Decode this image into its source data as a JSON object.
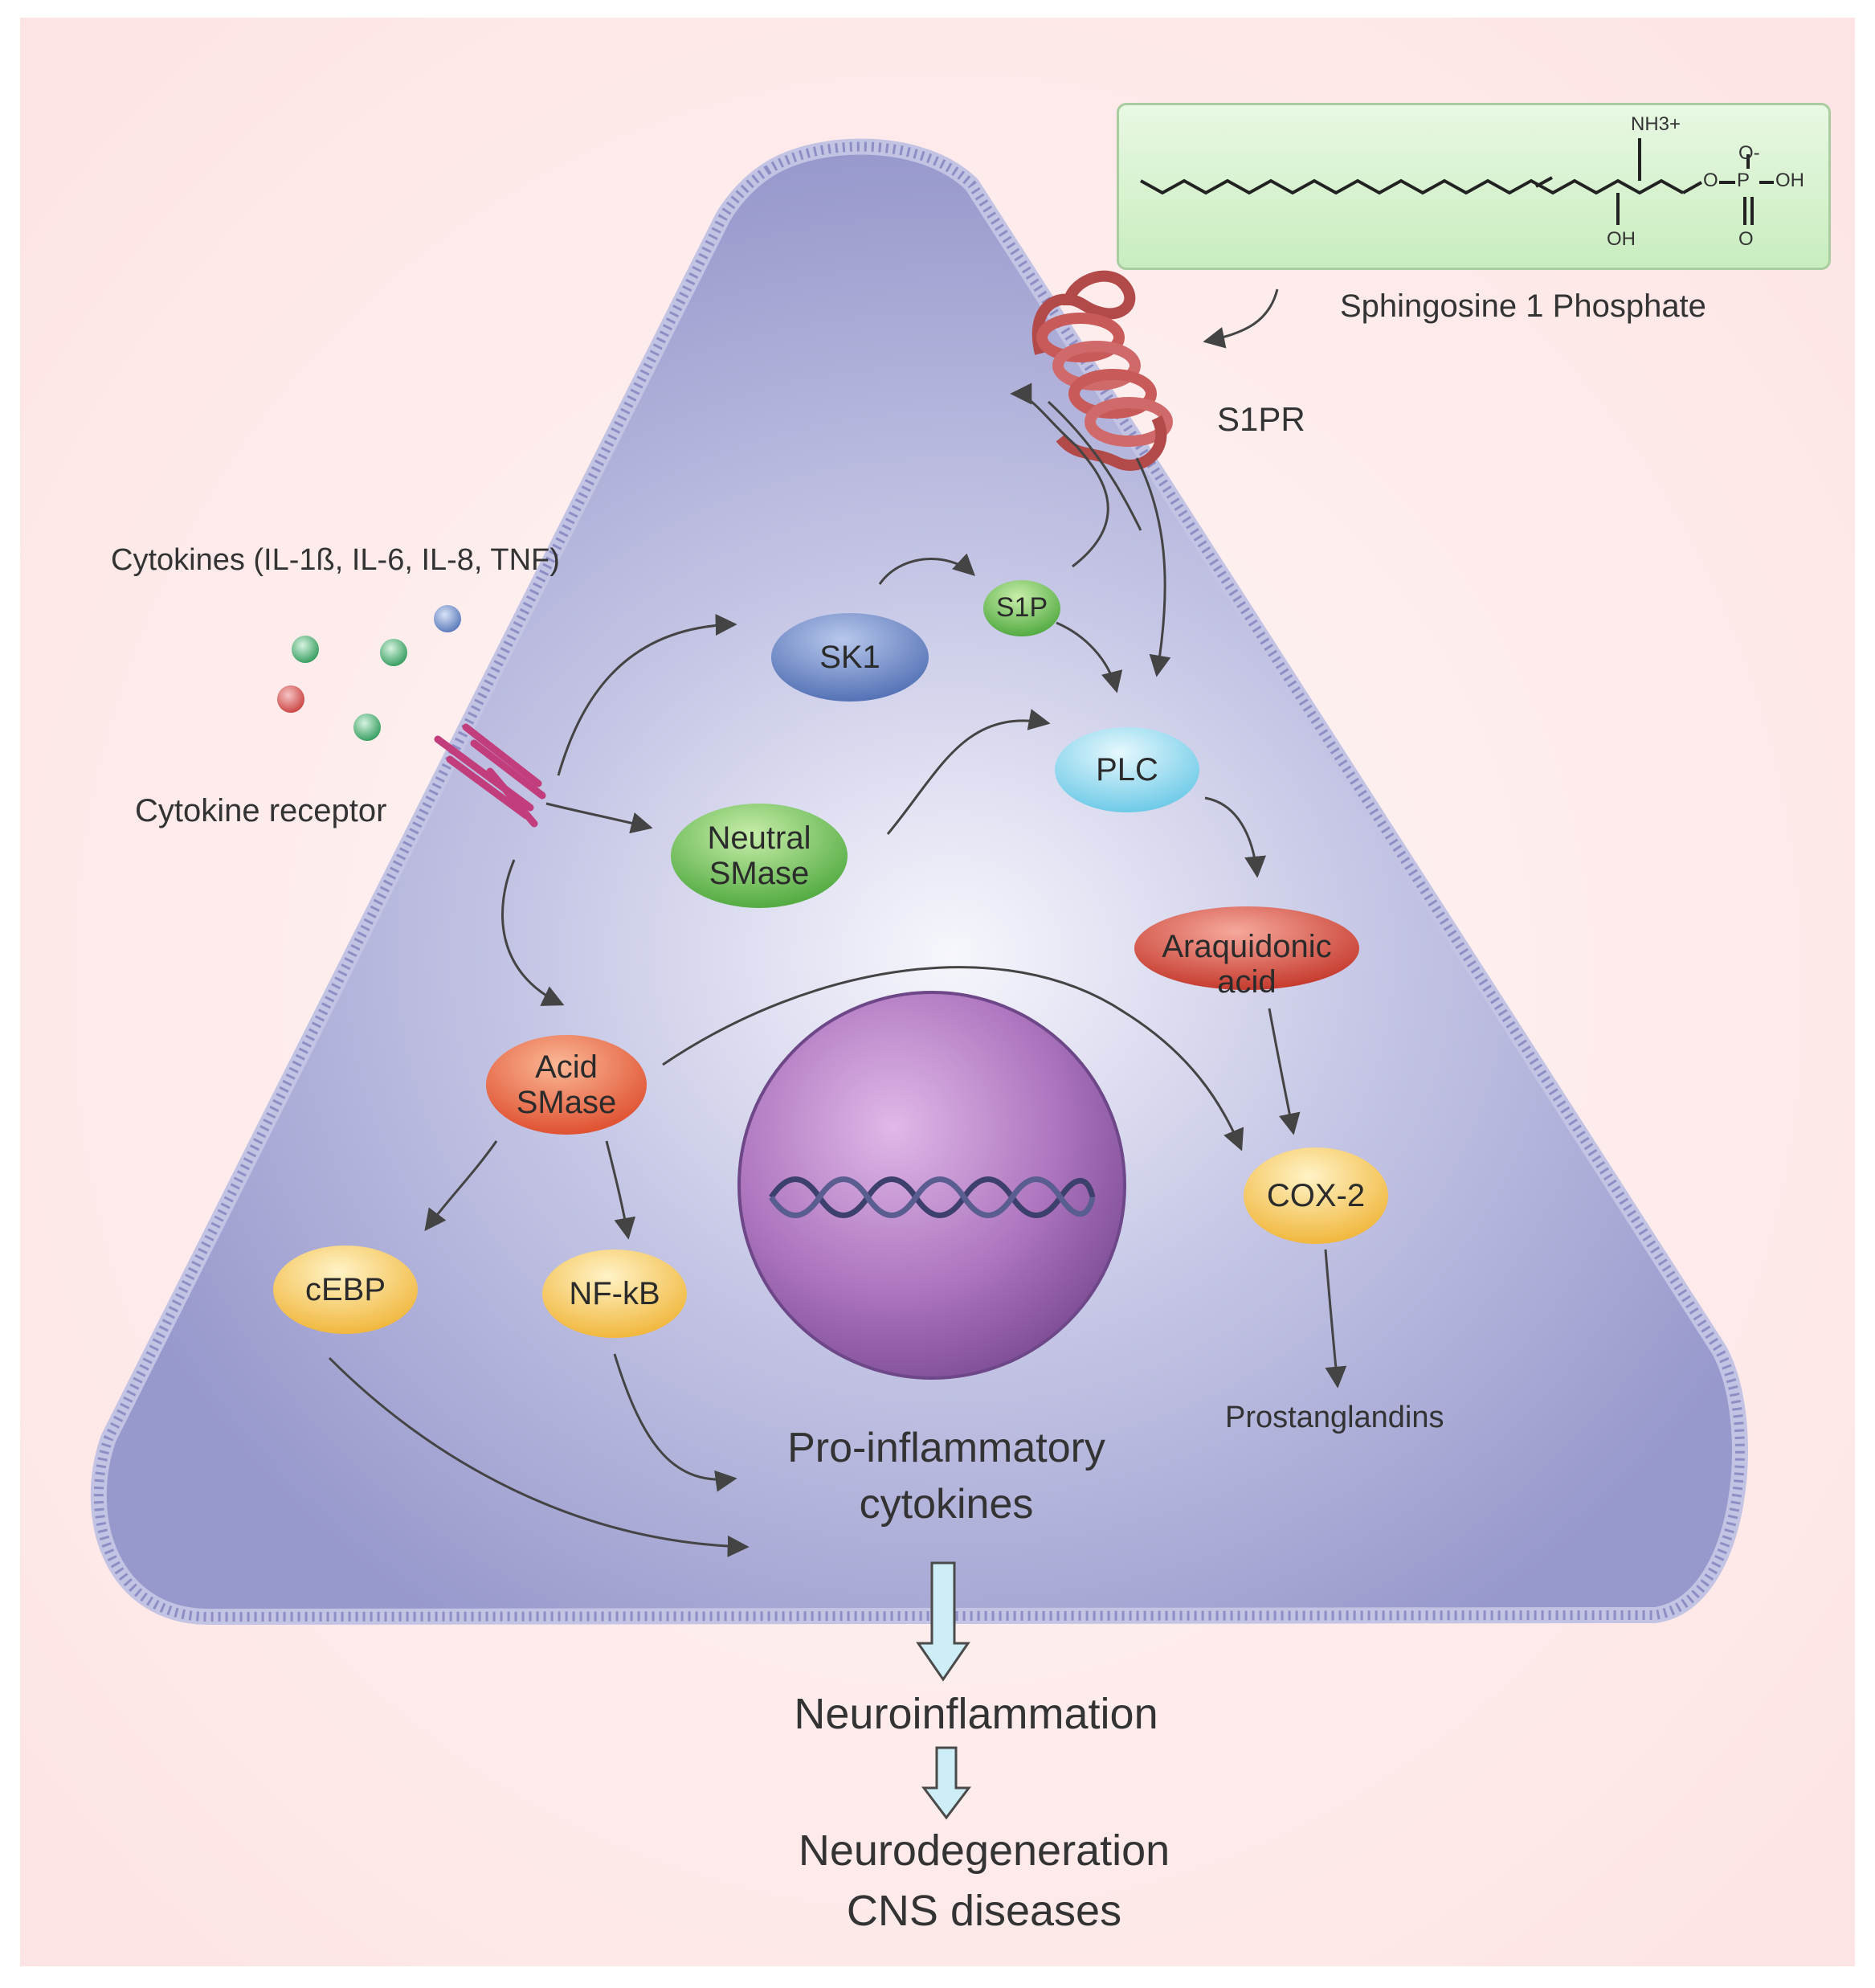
{
  "molecule": {
    "name": "Sphingosine 1 Phosphate",
    "atoms": {
      "nh3": "NH3+",
      "oh_chain": "OH",
      "o_link": "O",
      "p": "P",
      "o_minus": "O-",
      "oh_p": "OH",
      "o_double": "O"
    }
  },
  "receptor": {
    "label": "S1PR"
  },
  "cytokines": {
    "label": "Cytokines (IL-1ß, IL-6, IL-8, TNF)"
  },
  "cytokine_receptor": {
    "label": "Cytokine receptor"
  },
  "nodes": {
    "sk1": {
      "label": "SK1",
      "color": "#5e7fbf"
    },
    "s1p": {
      "label": "S1P",
      "color": "#7fc35a"
    },
    "plc": {
      "label": "PLC",
      "color": "#8fd8ee"
    },
    "neutral_smase": {
      "line1": "Neutral",
      "line2": "SMase",
      "color": "#5bb84a"
    },
    "araquidonic_acid": {
      "line1": "Araquidonic",
      "line2": "acid",
      "color": "#d94a3a"
    },
    "acid_smase": {
      "line1": "Acid",
      "line2": "SMase",
      "color": "#e8603e"
    },
    "cox2": {
      "label": "COX-2",
      "color": "#f4c14a"
    },
    "cebp": {
      "label": "cEBP",
      "color": "#f4c14a"
    },
    "nfkb": {
      "label": "NF-kB",
      "color": "#f4c14a"
    }
  },
  "outputs": {
    "prostanglandins": "Prostanglandins",
    "pro_inflammatory_line1": "Pro-inflammatory",
    "pro_inflammatory_line2": "cytokines",
    "neuroinflammation": "Neuroinflammation",
    "neurodegeneration": "Neurodegeneration",
    "cns_diseases": "CNS diseases"
  },
  "colors": {
    "background": "#fde4e4",
    "cell_fill": "#9fa0d2",
    "cell_center": "#f4f4fb",
    "membrane": "#b9badf",
    "nucleus": "#a26ab0",
    "arrow": "#444444",
    "down_arrow": "#cdeef7"
  }
}
